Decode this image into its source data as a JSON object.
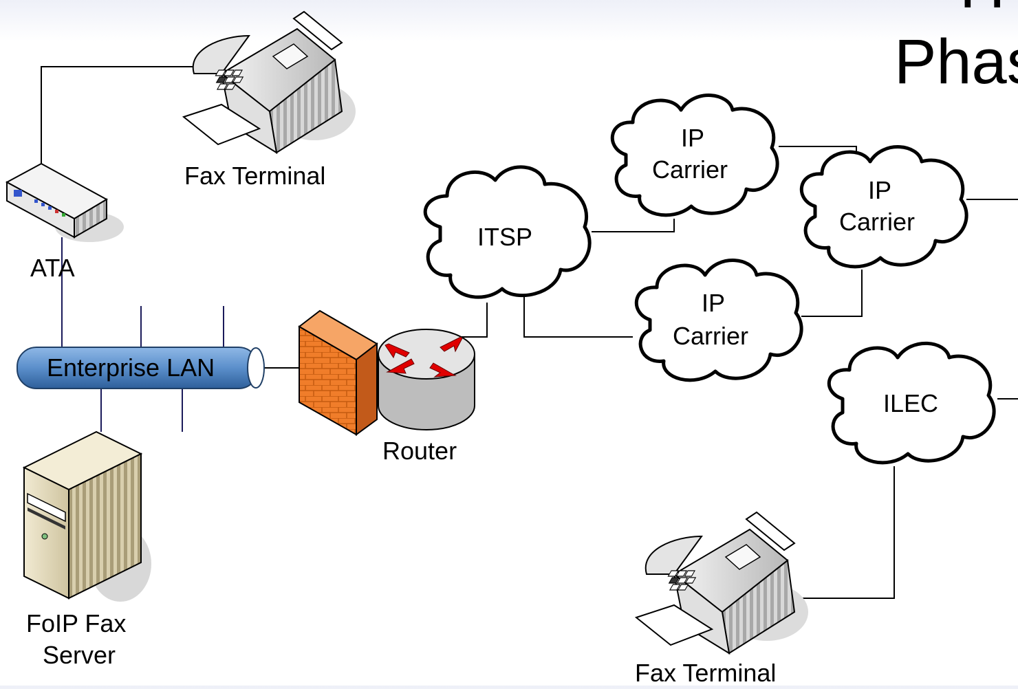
{
  "slide": {
    "title_line1": "Phas",
    "title_top": "H"
  },
  "nodes": {
    "fax_terminal_top": "Fax Terminal",
    "ata": "ATA",
    "enterprise_lan": "Enterprise LAN",
    "router": "Router",
    "foip_fax_server_line1": "FoIP Fax",
    "foip_fax_server_line2": "Server",
    "itsp": "ITSP",
    "ip_carrier_top_line1": "IP",
    "ip_carrier_top_line2": "Carrier",
    "ip_carrier_right_line1": "IP",
    "ip_carrier_right_line2": "Carrier",
    "ip_carrier_bottom_line1": "IP",
    "ip_carrier_bottom_line2": "Carrier",
    "ilec": "ILEC",
    "fax_terminal_bottom": "Fax Terminal"
  },
  "colors": {
    "lan_fill": "#5b8fcb",
    "firewall": "#f07d2a",
    "router_arrows": "#e00000",
    "line": "#000000",
    "lan_drop": "#1a1a5a"
  }
}
